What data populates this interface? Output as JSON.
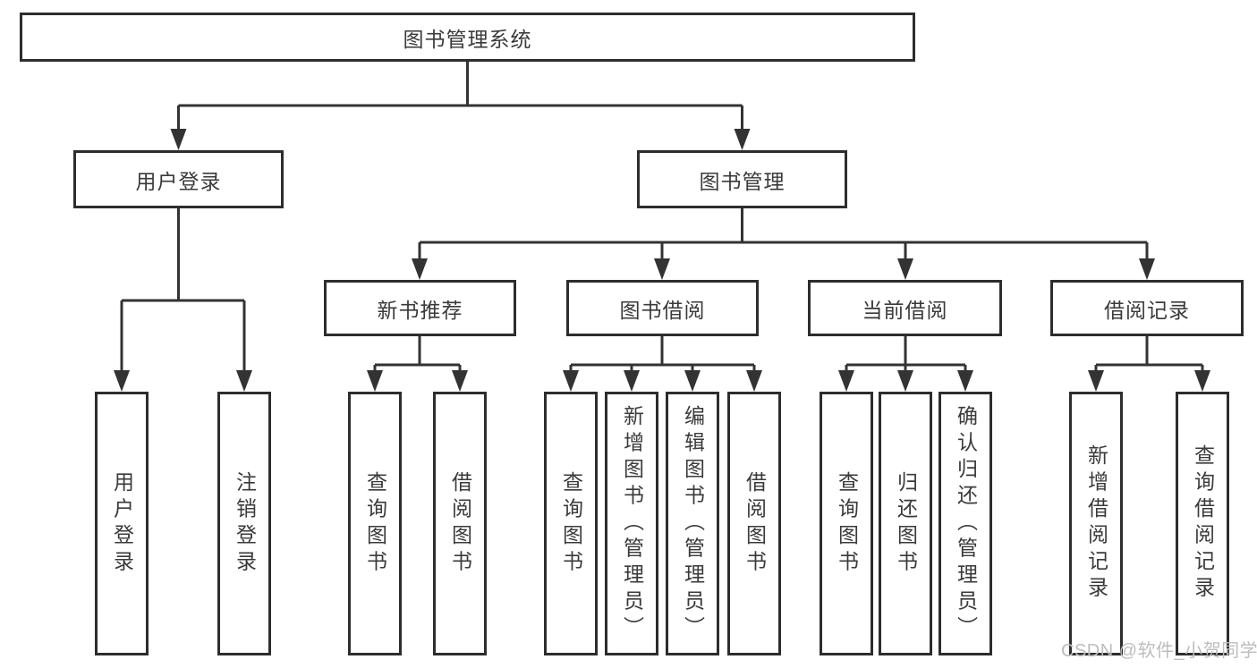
{
  "diagram_title": "图书管理系统",
  "colors": {
    "background": "#ffffff",
    "line": "#333333",
    "box_border": "#2d2d2d",
    "text": "#3a3a3a",
    "watermark": "#bdbdbd"
  },
  "watermark": {
    "text": "CSDN @软件_小贺同学"
  },
  "tree": {
    "root": {
      "label": "图书管理系统",
      "children": [
        {
          "label": "用户登录",
          "children": [
            {
              "label": "用户登录"
            },
            {
              "label": "注销登录"
            }
          ]
        },
        {
          "label": "图书管理",
          "children": [
            {
              "label": "新书推荐",
              "children": [
                {
                  "label": "查询图书"
                },
                {
                  "label": "借阅图书"
                }
              ]
            },
            {
              "label": "图书借阅",
              "children": [
                {
                  "label": "查询图书"
                },
                {
                  "label": "新增图书（管理员）"
                },
                {
                  "label": "编辑图书（管理员）"
                },
                {
                  "label": "借阅图书"
                }
              ]
            },
            {
              "label": "当前借阅",
              "children": [
                {
                  "label": "查询图书"
                },
                {
                  "label": "归还图书"
                },
                {
                  "label": "确认归还（管理员）"
                }
              ]
            },
            {
              "label": "借阅记录",
              "children": [
                {
                  "label": "新增借阅记录"
                },
                {
                  "label": "查询借阅记录"
                }
              ]
            }
          ]
        }
      ]
    }
  }
}
